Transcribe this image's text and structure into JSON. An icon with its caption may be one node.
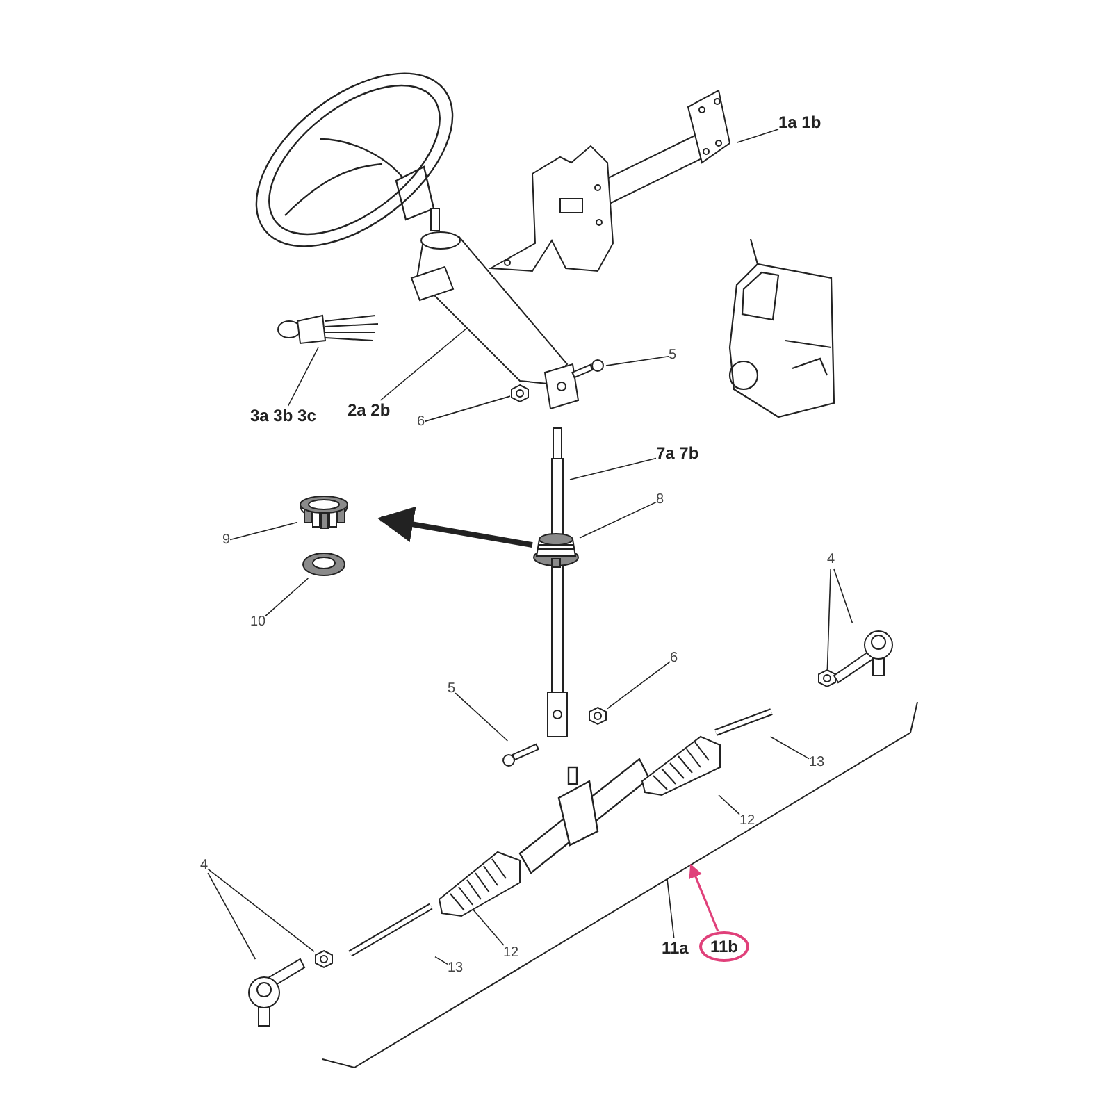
{
  "diagram": {
    "nodes": [
      {
        "text": [
          "1a 1b"
        ]
      },
      {
        "text": [],
        "shape": "picture"
      },
      {
        "text": [
          "3a 3b 3c"
        ]
      },
      {
        "text": [],
        "shape": "picture"
      },
      {
        "text": [
          "2a 2b"
        ]
      },
      {
        "text": [],
        "shape": "picture"
      },
      {
        "text": [
          "5"
        ]
      },
      {
        "text": [],
        "shape": "picture"
      },
      {
        "text": [
          "6"
        ]
      },
      {
        "text": [],
        "shape": "picture"
      },
      {
        "text": [
          "7a 7b"
        ]
      },
      {
        "text": [],
        "shape": "picture"
      },
      {
        "text": [
          "8"
        ]
      },
      {
        "text": [],
        "shape": "picture"
      },
      {
        "text": [
          "9"
        ]
      },
      {
        "text": [],
        "shape": "picture"
      },
      {
        "text": [
          "10"
        ]
      },
      {
        "text": [],
        "shape": "picture"
      },
      {
        "text": [
          "4"
        ]
      },
      {
        "text": [],
        "shape": "picture"
      },
      {
        "text": [],
        "shape": "picture"
      },
      {
        "text": [
          "6"
        ]
      },
      {
        "text": [],
        "shape": "picture"
      },
      {
        "text": [
          "5"
        ]
      },
      {
        "text": [],
        "shape": "picture"
      },
      {
        "text": [
          "13"
        ]
      },
      {
        "text": [],
        "shape": "picture"
      },
      {
        "text": [
          "12"
        ]
      },
      {
        "text": [],
        "shape": "picture"
      },
      {
        "text": [
          "4"
        ]
      },
      {
        "text": [],
        "shape": "picture"
      },
      {
        "text": [],
        "shape": "picture"
      },
      {
        "text": [
          "12"
        ]
      },
      {
        "text": [],
        "shape": "picture"
      },
      {
        "text": [
          "13"
        ]
      },
      {
        "text": [],
        "shape": "picture"
      },
      {
        "text": [
          "11a"
        ]
      },
      {
        "text": [
          "11b"
        ]
      }
    ],
    "edges": [
      {
        "from": 0,
        "to": 1,
        "arrow": "none"
      },
      {
        "from": 2,
        "to": 3,
        "arrow": "none"
      },
      {
        "from": 4,
        "to": 5,
        "arrow": "none"
      },
      {
        "from": 6,
        "to": 7,
        "arrow": "none"
      },
      {
        "from": 8,
        "to": 9,
        "arrow": "none"
      },
      {
        "from": 10,
        "to": 11,
        "arrow": "none"
      },
      {
        "from": 12,
        "to": 13,
        "arrow": "none"
      },
      {
        "from": 14,
        "to": 15,
        "arrow": "none"
      },
      {
        "from": 16,
        "to": 17,
        "arrow": "none"
      },
      {
        "from": 18,
        "to": 19,
        "arrow": "none"
      },
      {
        "from": 18,
        "to": 20,
        "arrow": "none"
      },
      {
        "from": 21,
        "to": 22,
        "arrow": "none"
      },
      {
        "from": 23,
        "to": 24,
        "arrow": "none"
      },
      {
        "from": 25,
        "to": 26,
        "arrow": "none"
      },
      {
        "from": 27,
        "to": 28,
        "arrow": "none"
      },
      {
        "from": 29,
        "to": 30,
        "arrow": "none"
      },
      {
        "from": 29,
        "to": 31,
        "arrow": "none"
      },
      {
        "from": 32,
        "to": 33,
        "arrow": "none"
      },
      {
        "from": 34,
        "to": 35,
        "arrow": "none"
      },
      {
        "from": 36,
        "to": null,
        "arrow": "none"
      },
      {
        "from": 37,
        "to": null,
        "arrow": "to",
        "color": "#e0407a"
      },
      {
        "from": 13,
        "to": 15,
        "arrow": "to",
        "style": "thick"
      }
    ]
  }
}
